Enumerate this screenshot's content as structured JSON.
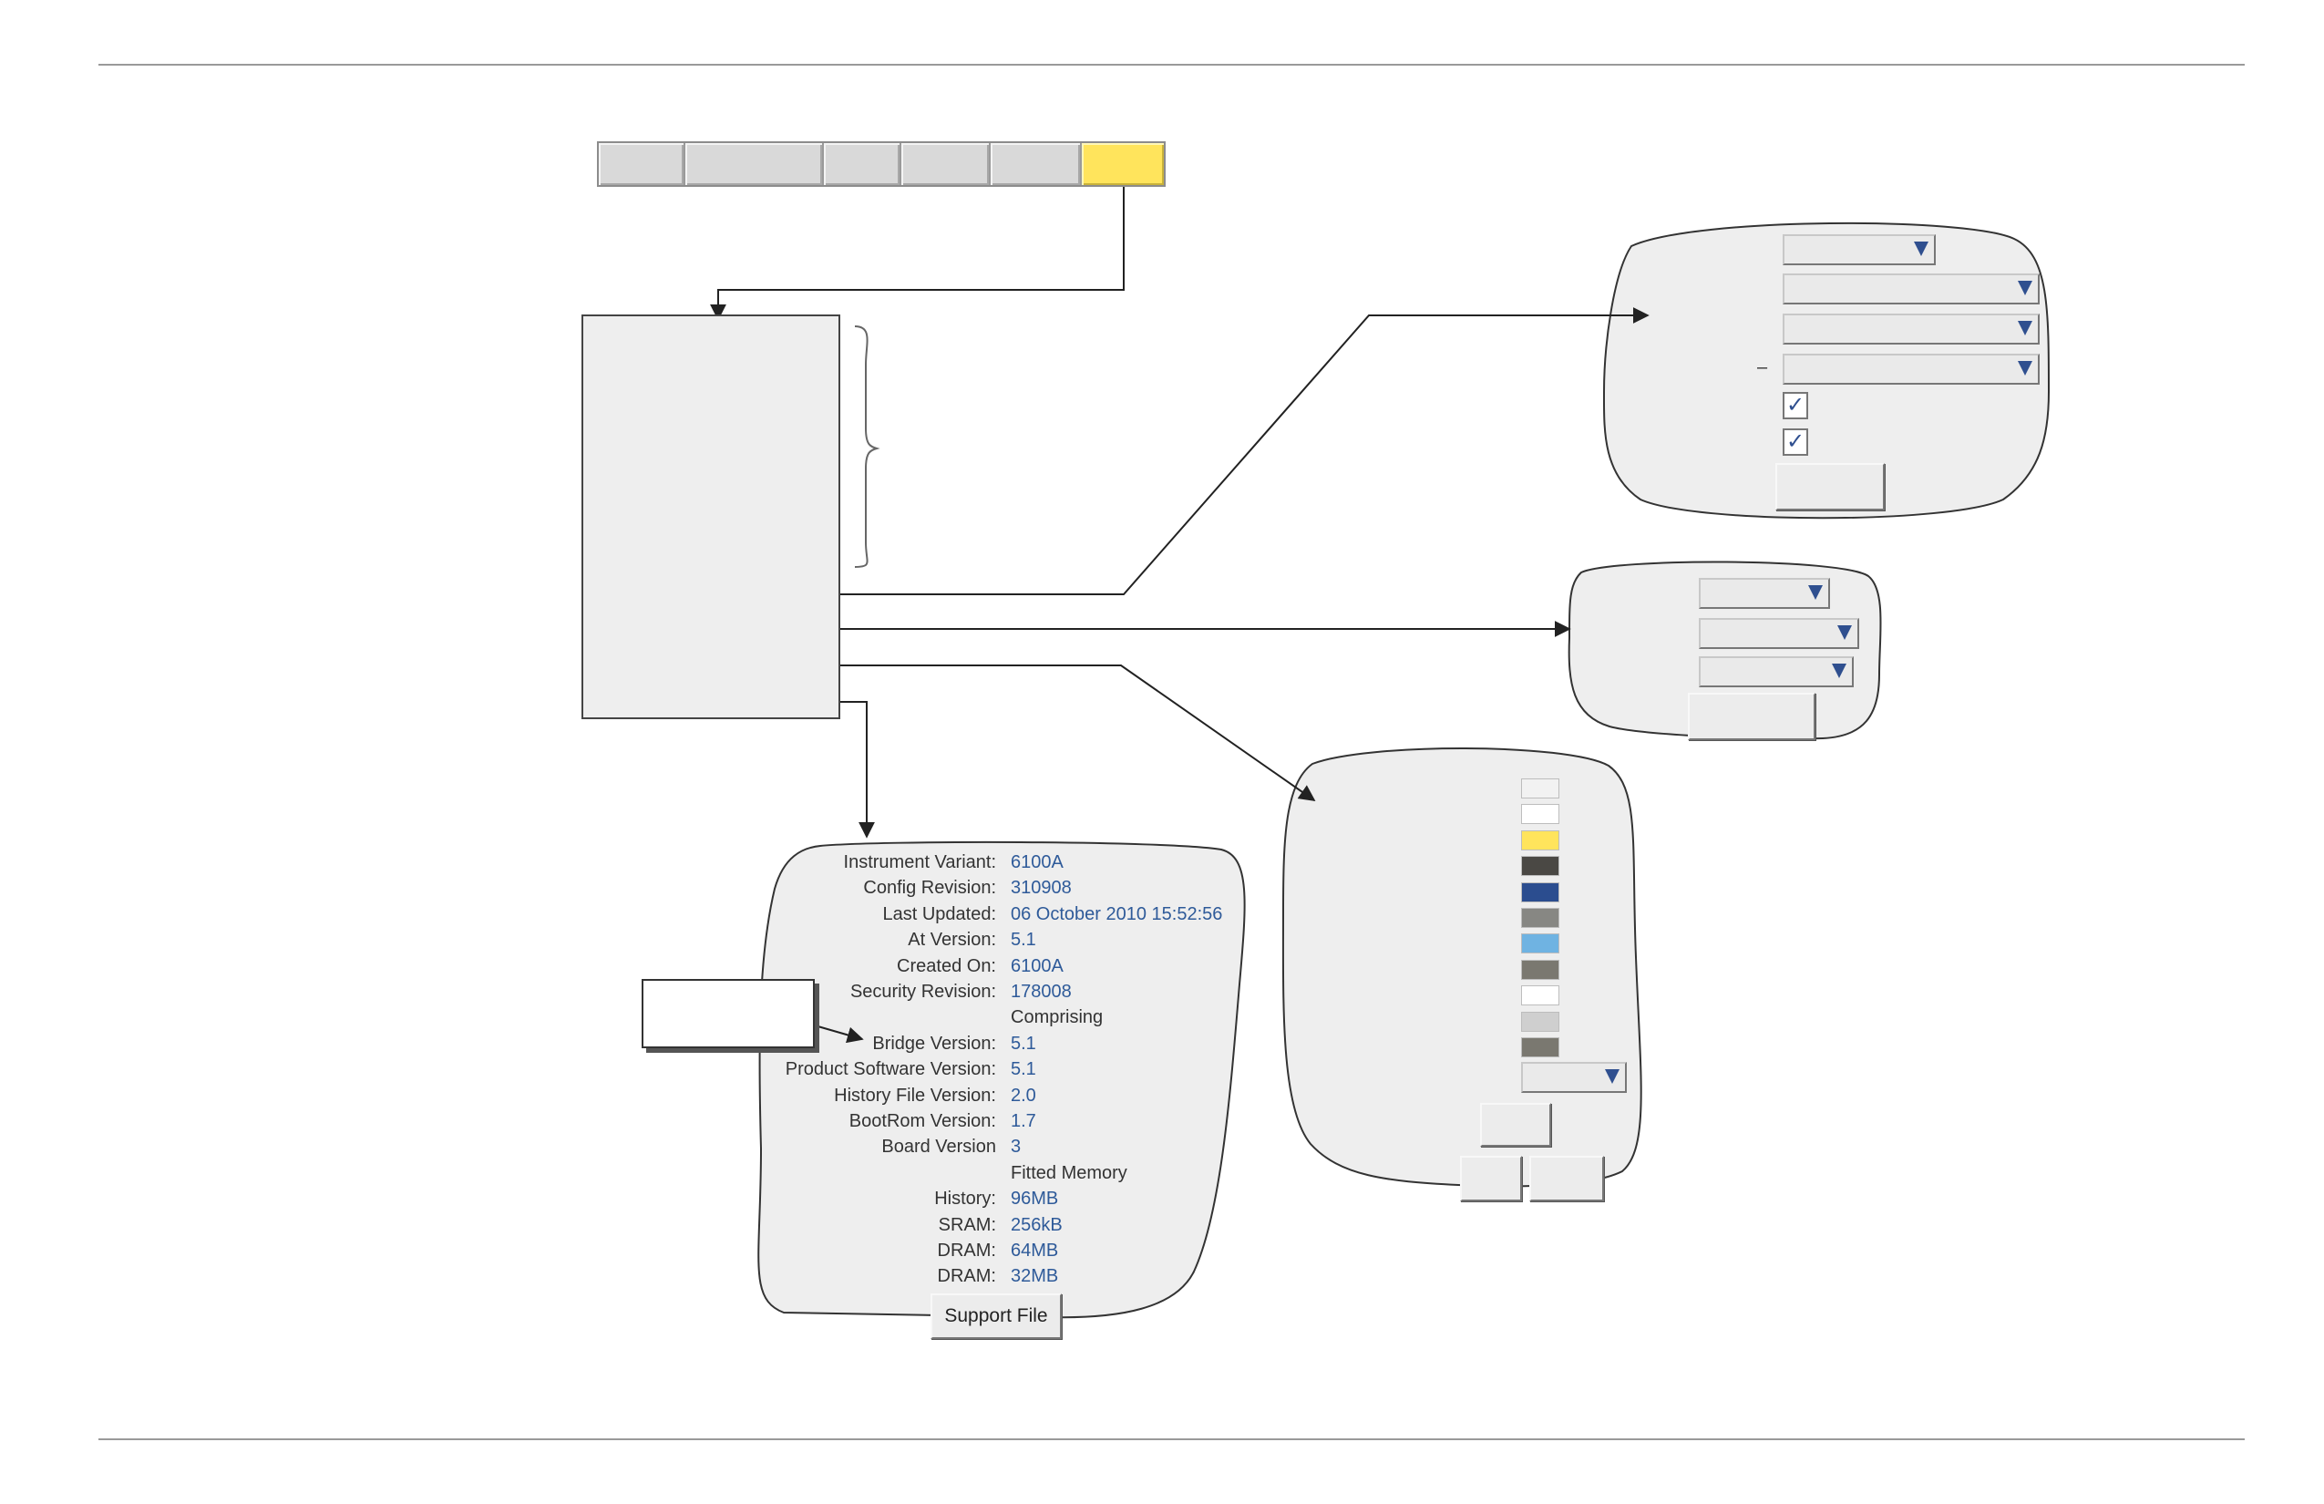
{
  "menu_bar": {
    "tabs": [
      {
        "label": ""
      },
      {
        "label": ""
      },
      {
        "label": ""
      },
      {
        "label": ""
      },
      {
        "label": ""
      },
      {
        "label": ""
      }
    ],
    "active_index": 5,
    "active_color": "#ffe45c"
  },
  "sub_menu": {
    "items": []
  },
  "info_panel": {
    "rows": [
      {
        "label": "Instrument Variant:",
        "value": "6100A"
      },
      {
        "label": "Config Revision:",
        "value": "310908"
      },
      {
        "label": "Last Updated:",
        "value": "06 October 2010 15:52:56"
      },
      {
        "label": "At Version:",
        "value": "5.1"
      },
      {
        "label": "Created On:",
        "value": "6100A"
      },
      {
        "label": "Security Revision:",
        "value": "178008"
      }
    ],
    "section_comprising": "Comprising",
    "rows_comprising": [
      {
        "label": "Bridge Version:",
        "value": "5.1"
      },
      {
        "label": "Product Software Version:",
        "value": "5.1"
      },
      {
        "label": "History File Version:",
        "value": "2.0"
      },
      {
        "label": "BootRom Version:",
        "value": "1.7"
      },
      {
        "label": "Board Version",
        "value": "3"
      }
    ],
    "section_memory": "Fitted Memory",
    "rows_memory": [
      {
        "label": "History:",
        "value": "96MB"
      },
      {
        "label": "SRAM:",
        "value": "256kB"
      },
      {
        "label": "DRAM:",
        "value": "64MB"
      },
      {
        "label": "DRAM:",
        "value": "32MB"
      }
    ],
    "support_button": "Support File",
    "value_color": "#2e5a99"
  },
  "top_right_panel": {
    "dash_mark": "–",
    "check_mark": "✓"
  },
  "colour_panel": {
    "swatches": [
      "#f2f2f2",
      "#ffffff",
      "#ffe45c",
      "#4a4844",
      "#2b4d8f",
      "#878783",
      "#6fb3e2",
      "#7a7870",
      "#ffffff",
      "#cfcfcf",
      "#7a7870"
    ]
  }
}
